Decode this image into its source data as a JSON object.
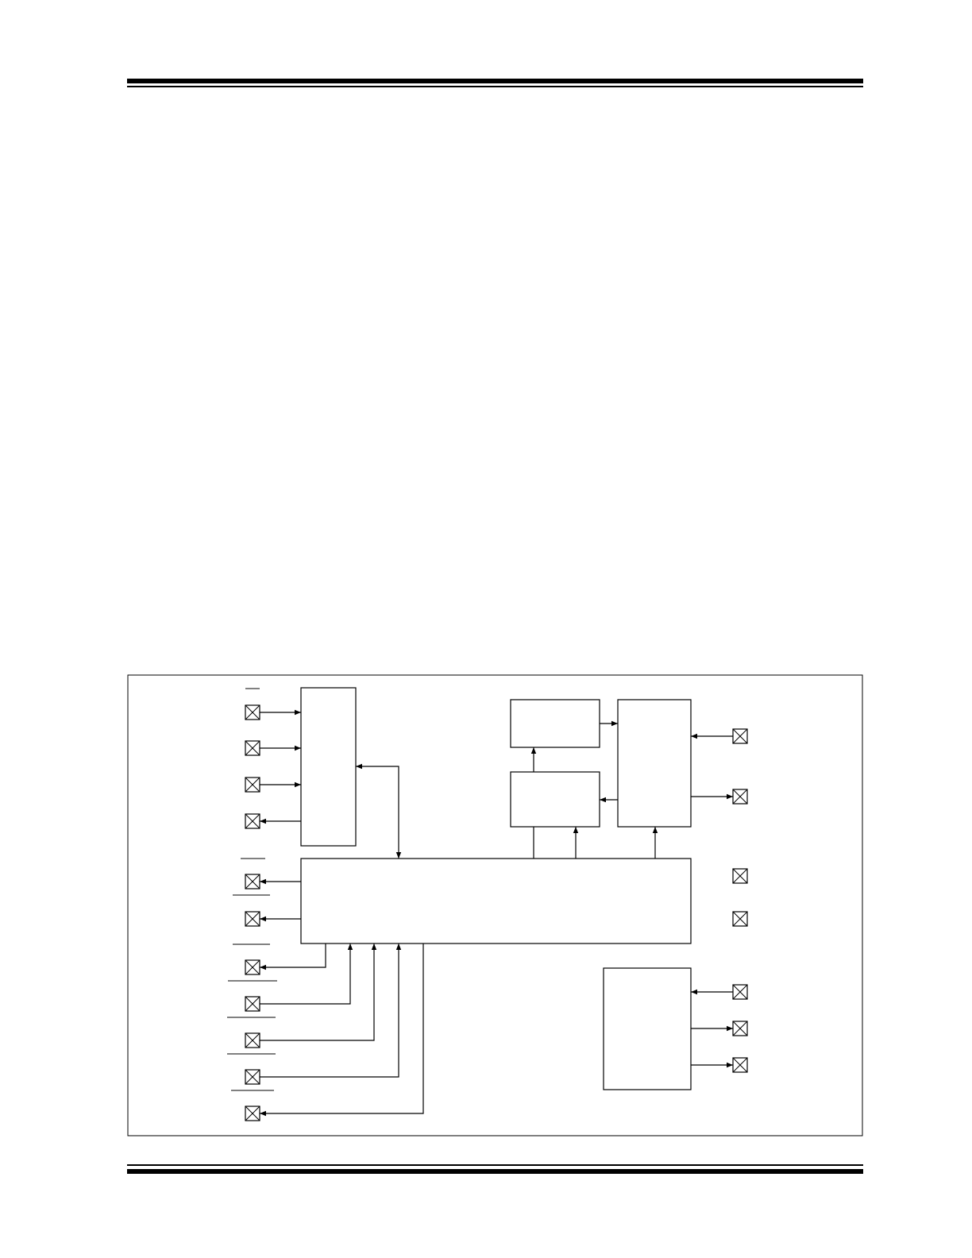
{
  "page": {
    "header_rules": "double",
    "footer_rules": "double"
  },
  "diagram": {
    "frame": "block-diagram",
    "colors": {
      "line": "#000000",
      "background": "#ffffff"
    },
    "pin_icon": "boxed-x-pin-icon",
    "left_pins_top_group": [
      {
        "id": "lp1",
        "direction": "in",
        "overbar": true
      },
      {
        "id": "lp2",
        "direction": "in",
        "overbar": false
      },
      {
        "id": "lp3",
        "direction": "in",
        "overbar": false
      },
      {
        "id": "lp4",
        "direction": "out",
        "overbar": false
      }
    ],
    "left_pins_bottom_group": [
      {
        "id": "lp5",
        "direction": "out",
        "overbar": true
      },
      {
        "id": "lp6",
        "direction": "out",
        "overbar": true
      },
      {
        "id": "lp7",
        "direction": "out",
        "overbar": true
      },
      {
        "id": "lp8",
        "direction": "in",
        "overbar": true
      },
      {
        "id": "lp9",
        "direction": "in",
        "overbar": true
      },
      {
        "id": "lp10",
        "direction": "in",
        "overbar": true
      },
      {
        "id": "lp11",
        "direction": "out",
        "overbar": false
      }
    ],
    "right_pins": [
      {
        "id": "rp1",
        "direction": "in"
      },
      {
        "id": "rp2",
        "direction": "out"
      },
      {
        "id": "rp3",
        "direction": "none"
      },
      {
        "id": "rp4",
        "direction": "none"
      },
      {
        "id": "rp5",
        "direction": "in"
      },
      {
        "id": "rp6",
        "direction": "out"
      },
      {
        "id": "rp7",
        "direction": "out"
      }
    ]
  }
}
